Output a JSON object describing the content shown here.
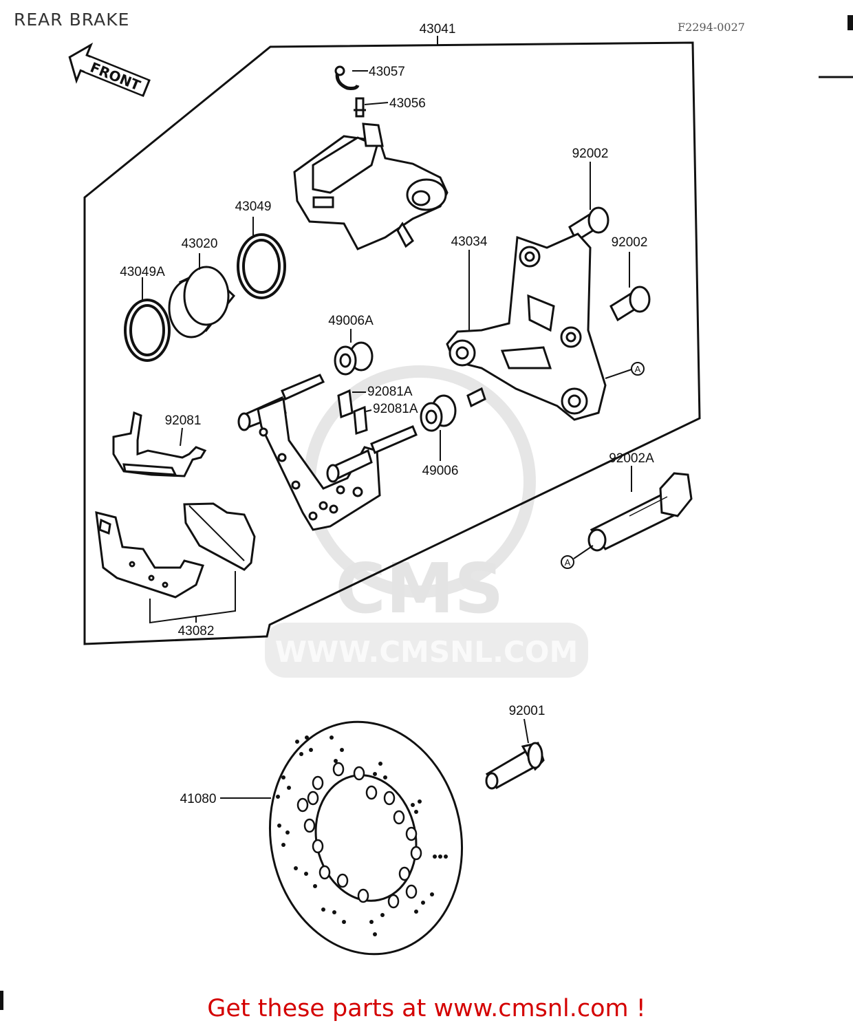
{
  "header": {
    "title": "REAR BRAKE",
    "figure_ref": "F2294-0027"
  },
  "front_arrow": "FRONT",
  "callouts": {
    "assembly": "43041",
    "cap": "43057",
    "bleed_valve": "43056",
    "piston_seal": "43049",
    "piston": "43020",
    "dust_seal": "43049A",
    "bracket_bolt_upper": "92002",
    "bracket_bolt_lower": "92002",
    "bracket": "43034",
    "boot_a": "49006A",
    "pin_clip_1": "92081A",
    "pin_clip_2": "92081A",
    "spring": "92081",
    "boot": "49006",
    "pads": "43082",
    "caliper_bolt": "92002A",
    "disc_bolt": "92001",
    "disc": "41080",
    "mark_a1": "A",
    "mark_a2": "A"
  },
  "watermark": {
    "brand": "CMS",
    "url": "WWW.CMSNL.COM"
  },
  "footer": {
    "text": "Get these parts at www.cmsnl.com !"
  }
}
